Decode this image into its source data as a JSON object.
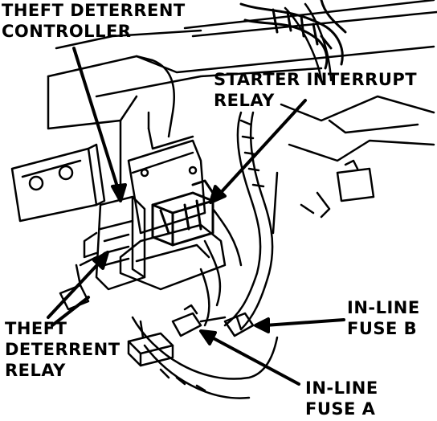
{
  "callouts": {
    "theft_deterrent_controller": [
      "THEFT DETERRENT",
      "CONTROLLER"
    ],
    "starter_interrupt_relay": [
      "STARTER INTERRUPT",
      "RELAY"
    ],
    "theft_deterrent_relay": [
      "THEFT",
      "DETERRENT",
      "RELAY"
    ],
    "inline_fuse_b": [
      "IN-LINE",
      "FUSE B"
    ],
    "inline_fuse_a": [
      "IN-LINE",
      "FUSE A"
    ]
  },
  "colors": {
    "ink": "#000000",
    "paper": "#ffffff"
  }
}
